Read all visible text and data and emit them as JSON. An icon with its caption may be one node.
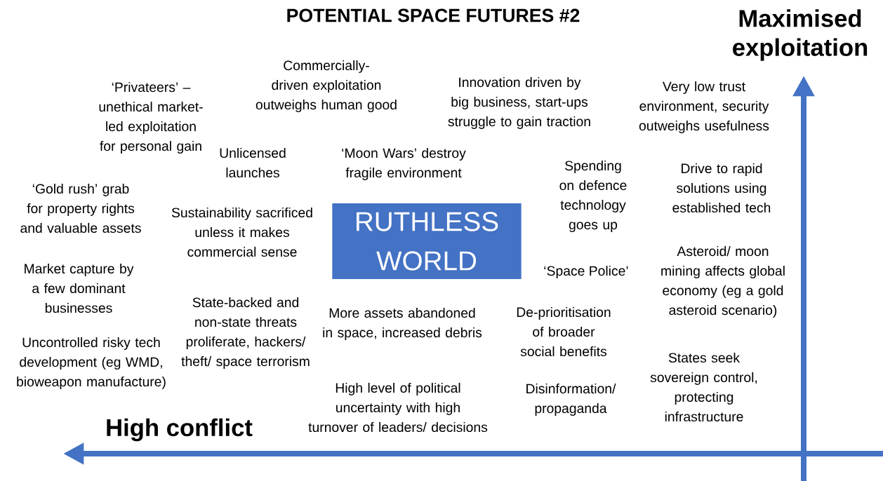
{
  "diagram": {
    "title": "POTENTIAL SPACE FUTURES #2",
    "nodes": [
      {
        "text": [
          "RUTHLESS WORLD"
        ]
      }
    ],
    "edges": [],
    "labels": [
      "Maximised exploitation",
      "‘Privateers’ – unethical market-led exploitation for personal gain",
      "Commercially-driven exploitation outweighs human good",
      "Innovation driven by big business, start-ups struggle to gain traction",
      "Very low trust environment, security outweighs usefulness",
      "Unlicensed launches",
      "‘Moon Wars’ destroy fragile environment",
      "‘Gold rush’ grab for property rights and valuable assets",
      "Spending on defence technology goes up",
      "Drive to rapid solutions using established tech",
      "Sustainability sacrificed unless it makes commercial sense",
      "Market capture by a few dominant businesses",
      "Asteroid/ moon mining affects global economy (eg a gold asteroid scenario)",
      "‘Space Police’",
      "State-backed and non-state threats proliferate, hackers/ theft/ space terrorism",
      "More assets abandoned in space, increased debris",
      "De-prioritisation of broader social benefits",
      "Uncontrolled risky tech development (eg WMD, bioweapon manufacture)",
      "High level of political uncertainty with high turnover of leaders/ decisions",
      "Disinformation/ propaganda",
      "States seek sovereign control, protecting infrastructure",
      "High conflict"
    ]
  }
}
